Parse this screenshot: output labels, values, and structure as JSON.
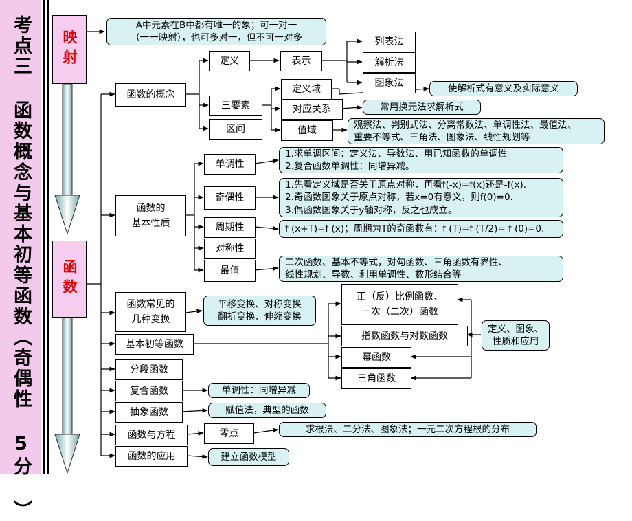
{
  "title": "考点三 函数概念与基本初等函数（奇偶性 5分 ）",
  "yingshe": {
    "label": "映射",
    "note": [
      "A中元素在B中都有唯一的象；可一对一",
      "（一一映射），也可多对一，但不可一对多"
    ]
  },
  "hanshu": {
    "label": "函数"
  },
  "concept": {
    "label": "函数的概念",
    "dingyi": "定义",
    "biaoshi": "表示",
    "methods": [
      "列表法",
      "解析法",
      "图象法"
    ],
    "sanyaosu": "三要素",
    "qujian": "区间",
    "dingyiyu": "定义域",
    "dingyiyu_note": "使解析式有意义及实际意义",
    "duiying": "对应关系",
    "duiying_note": "常用换元法求解析式",
    "zhiyu": "值域",
    "zhiyu_note": [
      "观察法、判别式法、分离常数法、单调性法、最值法、",
      "重要不等式、三角法、图象法、线性规划等"
    ]
  },
  "props": {
    "label": [
      "函数的",
      "基本性质"
    ],
    "dandiao": "单调性",
    "dandiao_note": [
      "1.求单调区间：定义法、导数法、用已知函数的单调性。",
      "2.复合函数单调性：同增异减。"
    ],
    "qiou": "奇偶性",
    "qiou_note": [
      "1.先看定义域是否关于原点对称，再看f(-x)=f(x)还是-f(x).",
      "2.奇函数图象关于原点对称，若x=0有意义，则f(0)=0.",
      "3.偶函数图象关于y轴对称，反之也成立。"
    ],
    "zhouqi": "周期性",
    "zhouqi_note": "f (x+T)=f (x)；周期为T的奇函数有：f (T)=f (T/2)= f (0)=0.",
    "duichen": "对称性",
    "zuizhi": "最值",
    "zuizhi_note": [
      "二次函数、基本不等式，对勾函数、三角函数有界性、",
      "线性规划、导数、利用单调性、数形结合等。"
    ]
  },
  "transform": {
    "label": [
      "函数常见的",
      "几种变换"
    ],
    "note": [
      "平移变换、对称变换",
      "翻折变换、伸缩变换"
    ]
  },
  "basic": {
    "label": "基本初等函数",
    "items": [
      [
        "正（反）比例函数、",
        "一次（二次）函数"
      ],
      [
        "指数函数与对数函数"
      ],
      [
        "幂函数"
      ],
      [
        "三角函数"
      ]
    ],
    "side_note": [
      "定义、图象、",
      "性质和应用"
    ]
  },
  "piecewise": {
    "label": "分段函数"
  },
  "composite": {
    "label": "复合函数",
    "note": "单调性：同增异减"
  },
  "abstract": {
    "label": "抽象函数",
    "note": "赋值法，典型的函数"
  },
  "equation": {
    "label": "函数与方程",
    "zero": "零点",
    "note": "求根法、二分法、图象法；一元二次方程根的分布"
  },
  "application": {
    "label": "函数的应用",
    "note": "建立函数模型"
  }
}
